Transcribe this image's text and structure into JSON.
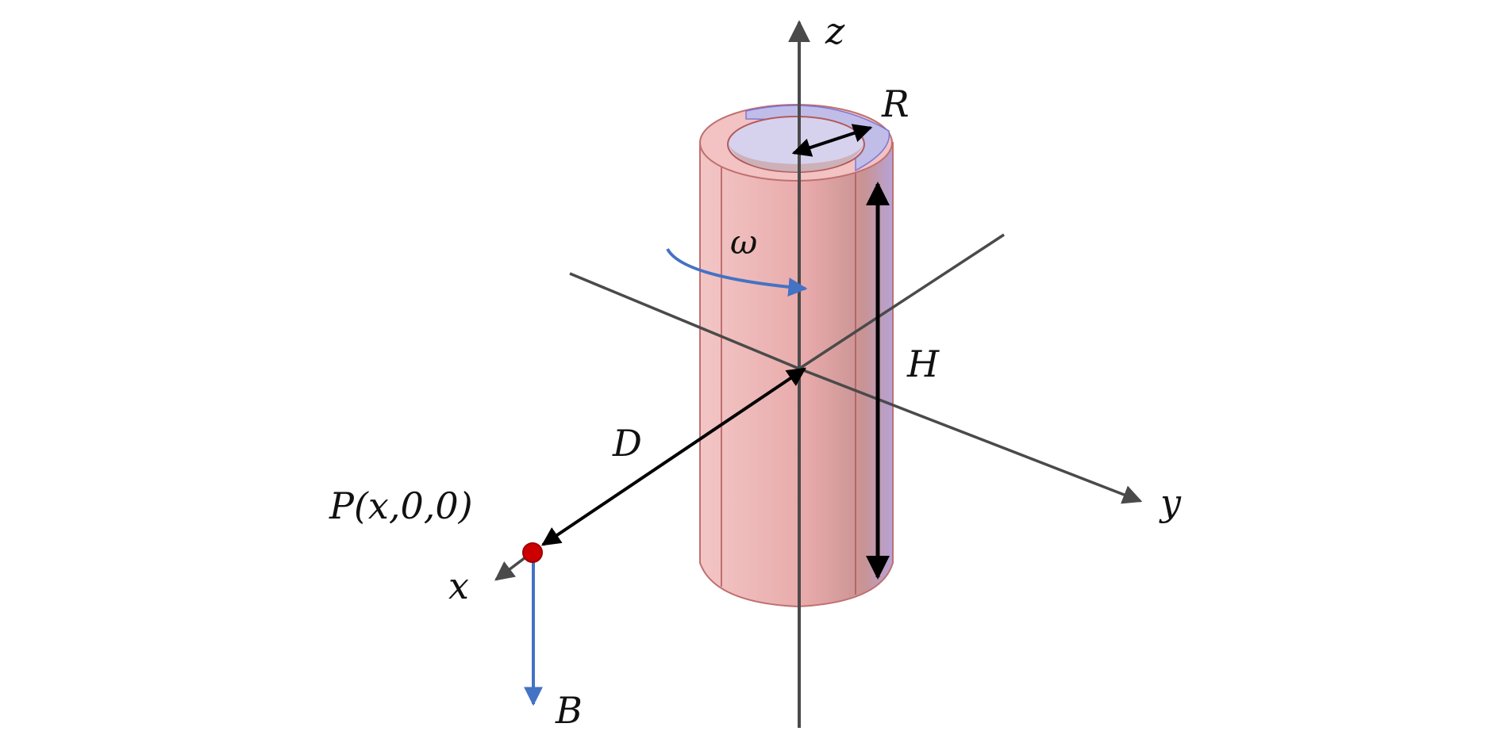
{
  "diagram": {
    "axes": {
      "z": "z",
      "y": "y",
      "x": "x"
    },
    "labels": {
      "radius": "R",
      "height": "H",
      "angular_velocity": "ω",
      "distance": "D",
      "point": "P(x,0,0)",
      "field": "B"
    },
    "colors": {
      "axis": "#4a4a4a",
      "cylinder_fill": "#f0b9b9",
      "cylinder_edge": "#b35a5a",
      "cylinder_shadow": "#c99090",
      "inner_blue": "#b8bdf0",
      "rotation_arrow": "#4472c4",
      "field_arrow": "#4472c4",
      "point": "#cc0000",
      "dimension_arrow": "#000000"
    }
  }
}
